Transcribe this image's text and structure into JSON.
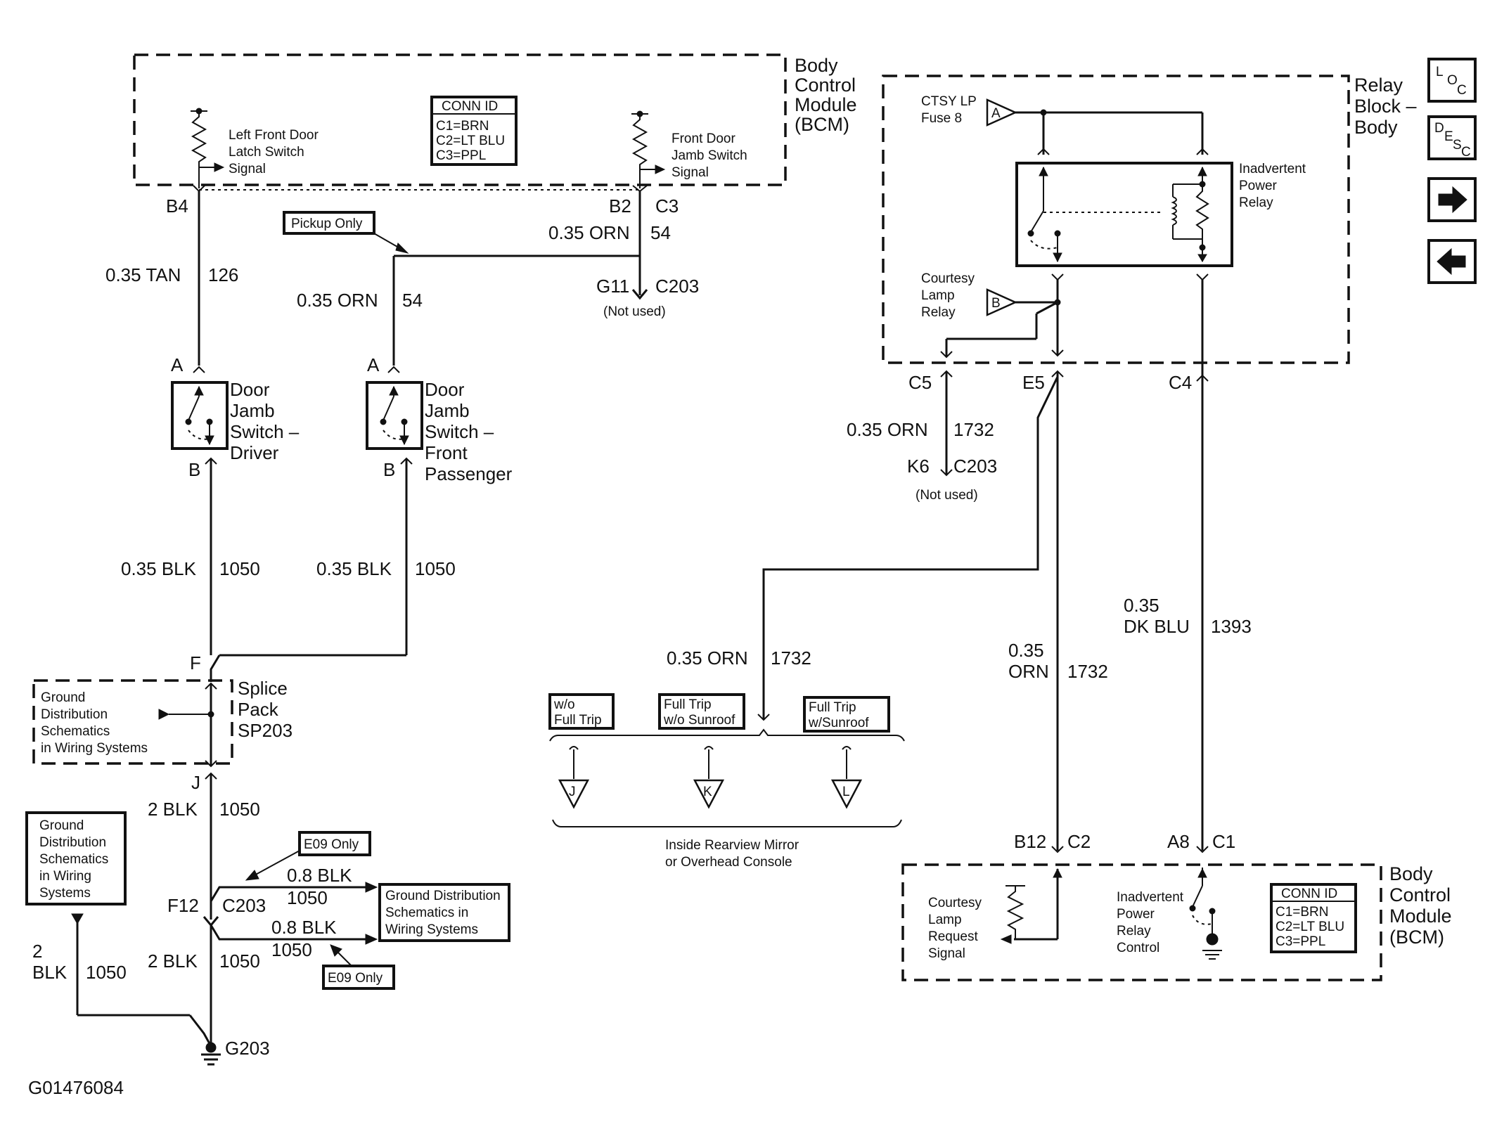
{
  "figure_id": "G01476084",
  "bcm_top": {
    "title": [
      "Body",
      "Control",
      "Module",
      "(BCM)"
    ],
    "left_signal": [
      "Left Front Door",
      "Latch Switch",
      "Signal"
    ],
    "right_signal": [
      "Front Door",
      "Jamb Switch",
      "Signal"
    ],
    "conn_id": {
      "title": "CONN ID",
      "lines": [
        "C1=BRN",
        "C2=LT BLU",
        "C3=PPL"
      ]
    }
  },
  "pins": {
    "b4": "B4",
    "b2": "B2",
    "c3": "C3",
    "g11": "G11",
    "c203_top": "C203",
    "not_used_1": "(Not used)",
    "a_driver": "A",
    "b_driver": "B",
    "a_pass": "A",
    "b_pass": "B",
    "f_splice": "F",
    "j_splice": "J",
    "f12": "F12",
    "c203_mid": "C203",
    "g203": "G203",
    "c5": "C5",
    "e5": "E5",
    "c4": "C4",
    "k6": "K6",
    "c203_right": "C203",
    "not_used_2": "(Not used)",
    "b12": "B12",
    "c2": "C2",
    "a8": "A8",
    "c1": "C1",
    "tri_a": "A",
    "tri_b": "B",
    "tri_j": "J",
    "tri_k": "K",
    "tri_l": "L"
  },
  "wires": {
    "tan_gauge": "0.35 TAN",
    "tan_circuit": "126",
    "orn54_top_gauge": "0.35 ORN",
    "orn54_top_circuit": "54",
    "orn54_gauge": "0.35 ORN",
    "orn54_circuit": "54",
    "blk_driver_gauge": "0.35 BLK",
    "blk_driver_circuit": "1050",
    "blk_pass_gauge": "0.35 BLK",
    "blk_pass_circuit": "1050",
    "blk2_gauge": "2 BLK",
    "blk2_circuit": "1050",
    "blk08a_gauge": "0.8 BLK",
    "blk08a_circuit": "1050",
    "blk08b_gauge": "0.8 BLK",
    "blk08b_circuit": "1050",
    "blk2b_gauge": "2 BLK",
    "blk2b_circuit": "1050",
    "blk2c_gauge_1": "2",
    "blk2c_gauge_2": "BLK",
    "blk2c_circuit": "1050",
    "orn1732_c5_gauge": "0.35 ORN",
    "orn1732_c5_circuit": "1732",
    "orn1732_mid_gauge": "0.35 ORN",
    "orn1732_mid_circuit": "1732",
    "orn1732_right_gauge_1": "0.35",
    "orn1732_right_gauge_2": "ORN",
    "orn1732_right_circuit": "1732",
    "dkblu_gauge_1": "0.35",
    "dkblu_gauge_2": "DK BLU",
    "dkblu_circuit": "1393"
  },
  "switches": {
    "driver": [
      "Door",
      "Jamb",
      "Switch –",
      "Driver"
    ],
    "passenger": [
      "Door",
      "Jamb",
      "Switch –",
      "Front",
      "Passenger"
    ]
  },
  "labels": {
    "pickup_only": "Pickup Only",
    "splice": [
      "Splice",
      "Pack",
      "SP203"
    ],
    "ground_dist_splice": [
      "Ground",
      "Distribution",
      "Schematics",
      "in Wiring Systems"
    ],
    "ground_dist_left": [
      "Ground",
      "Distribution",
      "Schematics",
      "in Wiring",
      "Systems"
    ],
    "ground_dist_mid": [
      "Ground Distribution",
      "Schematics in",
      "Wiring Systems"
    ],
    "e09_only_1": "E09 Only",
    "e09_only_2": "E09 Only",
    "option_1": [
      "w/o",
      "Full Trip"
    ],
    "option_2": [
      "Full Trip",
      "w/o Sunroof"
    ],
    "option_3": [
      "Full Trip",
      "w/Sunroof"
    ],
    "mirror": [
      "Inside Rearview Mirror",
      "or Overhead Console"
    ]
  },
  "relay_block": {
    "title": [
      "Relay",
      "Block –",
      "Body"
    ],
    "fuse": [
      "CTSY LP",
      "Fuse 8"
    ],
    "relay": [
      "Inadvertent",
      "Power",
      "Relay"
    ],
    "courtesy_relay": [
      "Courtesy",
      "Lamp",
      "Relay"
    ]
  },
  "bcm_bottom": {
    "title": [
      "Body",
      "Control",
      "Module",
      "(BCM)"
    ],
    "left_signal": [
      "Courtesy",
      "Lamp",
      "Request",
      "Signal"
    ],
    "right_signal": [
      "Inadvertent",
      "Power",
      "Relay",
      "Control"
    ],
    "conn_id": {
      "title": "CONN ID",
      "lines": [
        "C1=BRN",
        "C2=LT BLU",
        "C3=PPL"
      ]
    }
  },
  "nav": {
    "loc": [
      "L",
      "O",
      "C"
    ],
    "desc": [
      "D",
      "E",
      "S",
      "C"
    ],
    "forward_icon": "arrow-right-icon",
    "back_icon": "arrow-left-icon"
  }
}
